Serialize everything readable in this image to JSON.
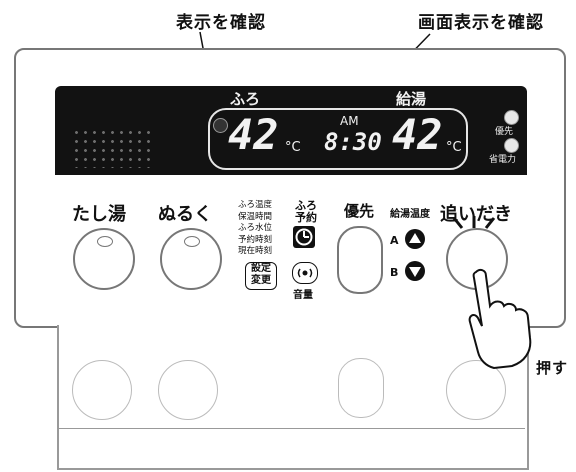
{
  "callouts": {
    "check_display": "表示を確認",
    "check_screen": "画面表示を確認",
    "press": "押す"
  },
  "display": {
    "furo_label": "ふろ",
    "kyuto_label": "給湯",
    "furo_temp": "42",
    "kyuto_temp": "42",
    "unit_c": "°C",
    "ampm": "AM",
    "time": "8:30",
    "indicator_priority": "優先",
    "indicator_power_saving": "省電力"
  },
  "buttons": {
    "tashiyu": "たし湯",
    "nuruku": "ぬるく",
    "menu_lines": [
      "ふろ温度",
      "保温時間",
      "ふろ水位",
      "予約時刻",
      "現在時刻"
    ],
    "settings_change": [
      "設定",
      "変更"
    ],
    "furo_reserve": [
      "ふろ",
      "予約"
    ],
    "volume": "音量",
    "priority": "優先",
    "kyuto_temp_label": "給湯温度",
    "up_a": "A",
    "down_b": "B",
    "oidaki": "追いだき"
  },
  "colors": {
    "display_bg": "#121212",
    "text": "#111111",
    "outline": "#777777"
  }
}
